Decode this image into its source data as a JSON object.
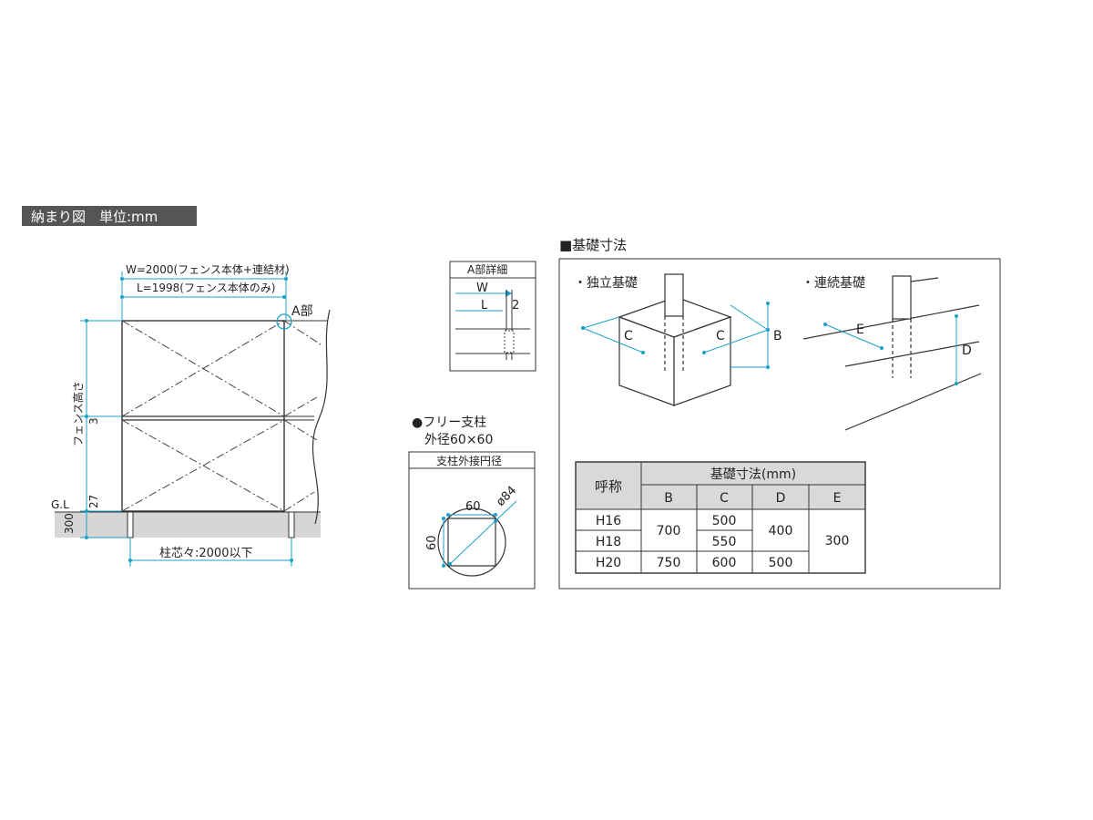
{
  "header": {
    "title": "納まり図　単位:mm"
  },
  "fence": {
    "width_label": "W=2000(フェンス本体+連結材)",
    "length_label": "L=1998(フェンス本体のみ)",
    "part_a_label": "A部",
    "height_label": "フェンス高さ",
    "mid_gap": "3",
    "bottom_gap": "27",
    "gl_label": "G.L",
    "depth": "300",
    "post_pitch": "柱芯々:2000以下"
  },
  "detail_a": {
    "title": "A部詳細",
    "w": "W",
    "l": "L",
    "gap": "2"
  },
  "free_post": {
    "title": "●フリー支柱",
    "size": "外径60×60",
    "box_title": "支柱外接円径",
    "dim_top": "60",
    "dim_left": "60",
    "diameter": "ø84"
  },
  "foundation": {
    "title": "■基礎寸法",
    "independent": "・独立基礎",
    "continuous": "・連続基礎",
    "labels": {
      "b": "B",
      "c": "C",
      "d": "D",
      "e": "E"
    },
    "table": {
      "col_name": "呼称",
      "col_group": "基礎寸法(mm)",
      "cols": [
        "B",
        "C",
        "D",
        "E"
      ],
      "rows": [
        {
          "name": "H16",
          "b": "700",
          "c": "500",
          "d": "400",
          "e": "300"
        },
        {
          "name": "H18",
          "c": "550"
        },
        {
          "name": "H20",
          "b": "750",
          "c": "600",
          "d": "500"
        }
      ]
    }
  },
  "colors": {
    "dimension": "#1aa0c8",
    "line": "#333333",
    "header_bg": "#555555"
  }
}
